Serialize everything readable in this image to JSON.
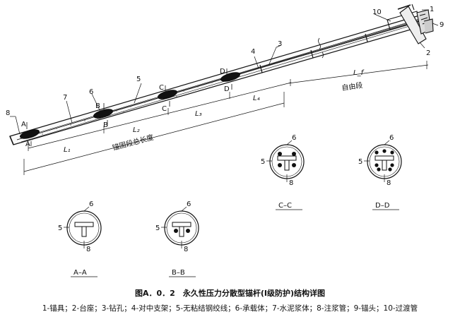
{
  "figure": {
    "title": "图A．0．2　永久性压力分散型锚杆(Ⅰ级防护)结构详图",
    "legend": "1-锚具；2-台座；3-钻孔；4-对中支架；5-无粘结钢绞线；6-承载体；7-水泥浆体；8-注浆管；9-锚头；10-过渡管"
  },
  "callouts": [
    "1",
    "2",
    "3",
    "4",
    "5",
    "6",
    "7",
    "8",
    "9",
    "10"
  ],
  "dimensions": {
    "L1": "L₁",
    "L2": "L₂",
    "L3": "L₃",
    "L4": "L₄",
    "Lf": "L_f",
    "anchor_total": "锚固段总长度",
    "free_segment": "自由段"
  },
  "sections": {
    "A": "A",
    "B": "B",
    "C": "C",
    "D": "D",
    "AA": "A–A",
    "BB": "B–B",
    "CC": "C–C",
    "DD": "D–D"
  },
  "section_callouts": {
    "five": "5",
    "six": "6",
    "eight": "8"
  }
}
